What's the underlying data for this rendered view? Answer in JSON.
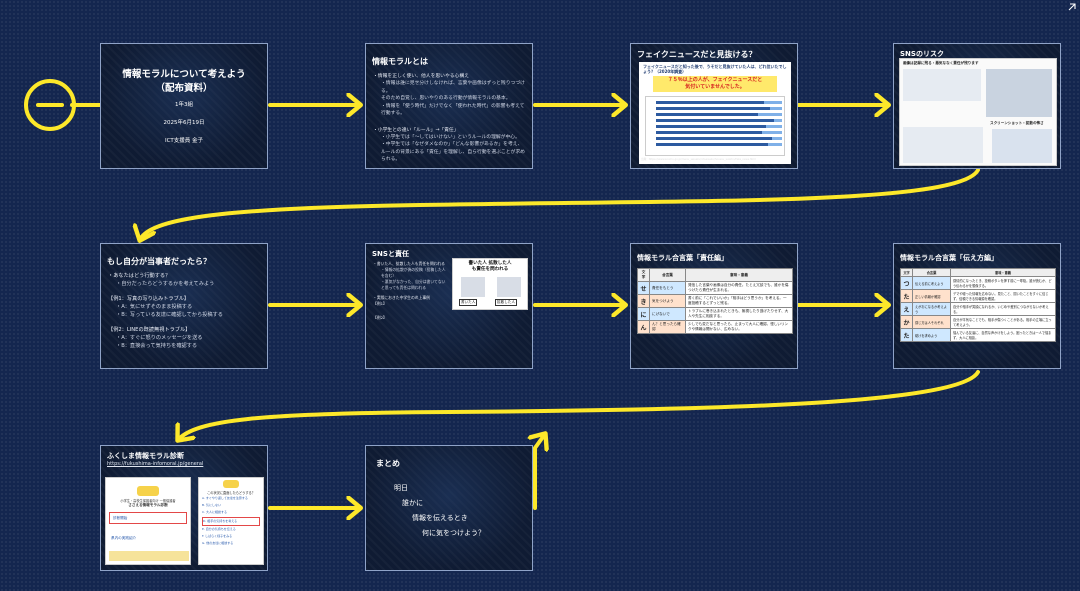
{
  "colors": {
    "background": "#14264f",
    "arrow": "#fde82a",
    "slide_border": "#8fa3c8"
  },
  "collapse_icon": "minus-circle-icon",
  "corner_icon": "expand-arrow-icon",
  "slides": {
    "s1": {
      "title": "情報モラルについて考えよう",
      "title2": "（配布資料）",
      "grade": "1年3組",
      "date": "2025年6月19日",
      "author": "ICT支援員 金子"
    },
    "s2": {
      "title": "情報モラルとは",
      "b1": "・情報を正しく使い、他人を思いやる心構え",
      "b1a": "・情報は誰に見せ分けしなければ、言葉や画像はずっと残りつづける。",
      "b1b": "そのため自覚し、思いやりのある行動が情報モラルの基本。",
      "b1c": "・情報を「使う時代」だけでなく「使われた時代」の影響も考えて行動する。",
      "b2": "・小学生との違い「ルール」→「責任」",
      "b2a": "・小学生では「～してはいけない」というルールの理解が中心。",
      "b2b": "・中学生では「なぜダメなのか」「どんな影響があるか」を考え、ルールの背景にある「責任」を理解し、自ら行動を選ぶことが求められる。"
    },
    "s3": {
      "title": "フェイクニュースだと見抜ける？",
      "q1": "フェイクニュースだと知った後で、うそだと見抜けていた人は、どれ位いたでしょう？（2020年調査）",
      "answer1": "７５％以上の人が、フェイクニュースだと",
      "answer2": "気付いていませんでした。",
      "source": "出典：https://www.soumu.go.jp/menu_seisaku/ictseisaku/housou_suishin/fake_news.html"
    },
    "s4": {
      "title": "SNSのリスク",
      "t1": "画像は記録に残る・悪気ななく責任が残ります",
      "t2": "スクリーンショット・拡散の怖さ"
    },
    "s5": {
      "title": "もし自分が当事者だったら？",
      "q": "・あなたはどう行動する？",
      "qa": "・自分だったらどうするかを考えてみよう",
      "ex1": "【例1：写真の写り込みトラブル】",
      "ex1a": "・A：気にせずそのまま投稿する",
      "ex1b": "・B：写っている友達に確認してから投稿する",
      "ex2": "【例2：LINEの既読無視トラブル】",
      "ex2a": "・A：すぐに怒りのメッセージを送る",
      "ex2b": "・B：直接会って気持ちを確認する"
    },
    "s6": {
      "title": "SNSと責任",
      "b1": "・書いた人、拡散した人も責任を問われる",
      "b1a": "・情報の拡散が偽の投稿（投稿した人を含む）",
      "b1b": "・悪気がなかった、自分は書いてないと思っても責任は問われる",
      "b2": "・実際におきた中学生の炎上事例",
      "ex1": "【例1】",
      "ex2": "【例2】",
      "call1": "書いた人 拡散した人",
      "call2": "も責任を問われる",
      "lab1": "書いた人",
      "lab2": "拡散した人"
    },
    "s7": {
      "title": "情報モラル合言葉「責任編」",
      "th1": "文字",
      "th2": "合言葉",
      "th3": "意味・意義",
      "rows": [
        {
          "k": "せ",
          "w": "責任をもとう",
          "m": "発信した言葉や画像は自分の責任。たとえ冗談でも、誰かを傷つけたら責任が生まれる。"
        },
        {
          "k": "き",
          "w": "気をつけよう",
          "m": "書く前に「これでいいか」「相手はどう思うか」を考える。一度投稿するとずっと残る。"
        },
        {
          "k": "に",
          "w": "にげないで",
          "m": "トラブルに巻き込まれたときも、無視したり逃げたりせず、大人や先生に相談する。"
        },
        {
          "k": "ん",
          "w": "ん？と思ったら確認",
          "m": "少しでも変だなと思ったら、止まって大人に確認。怪しいリンクや情報は開かない、広めない。"
        }
      ]
    },
    "s8": {
      "title": "情報モラル合言葉「伝え方編」",
      "th1": "文字",
      "th2": "合言葉",
      "th3": "意味・意義",
      "rows": [
        {
          "k": "つ",
          "w": "伝える前に考えよう",
          "m": "感情的になったとき、投稿ボタンを押す前に一呼吸。誰が読むか、どう伝わるかを想像する。"
        },
        {
          "k": "た",
          "w": "正しい情報か確認",
          "m": "デマや嘘った情報を広めない。見たこと、聞いたことをすぐに信じず、信頼できる情報源を確認。"
        },
        {
          "k": "え",
          "w": "えがおになるか考えよう",
          "m": "自分や相手が笑顔になれるか、いじめや差別につながらないか考える。"
        },
        {
          "k": "か",
          "w": "感じ方は人それぞれ",
          "m": "自分が平気なことでも、相手が傷つくことがある。相手の立場に立って考えよう。"
        },
        {
          "k": "た",
          "w": "助けを求めよう",
          "m": "悩んでいる友達に、自然な声かけをしよう。困ったときは一人で悩まず、大人に相談。"
        }
      ]
    },
    "s9": {
      "title": "ふくしま情報モラル診断",
      "url": "https://fukushima-infomoral.jp/general",
      "lp1": "小学生・高校生保護者向け 一般保護者",
      "lp2": "ささえる情報モラル診断",
      "b1": "診断開始",
      "b2": "県内の実践紹介",
      "rq": "この状況に直面したらどうする？",
      "opt1": "A. すぐやり返して友達を注意する",
      "opt2": "B. 気にしない",
      "opt3": "C. 大人に相談する",
      "opt4": "D. 相手の気持ちを考える",
      "opt5": "E. 自分の気持ちを伝える",
      "opt6": "F. しばらく様子をみる",
      "opt7": "G. 他の友達に相談する"
    },
    "s10": {
      "title": "まとめ",
      "l1": "明日",
      "l2": "誰かに",
      "l3": "情報を伝えるとき",
      "l4": "何に気をつけよう？"
    }
  }
}
